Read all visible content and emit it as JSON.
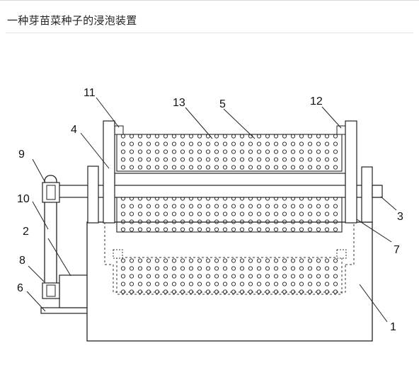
{
  "page": {
    "title": "一种芽苗菜种子的浸泡装置"
  },
  "figure": {
    "callouts": [
      {
        "id": "1",
        "label": "1"
      },
      {
        "id": "2",
        "label": "2"
      },
      {
        "id": "3",
        "label": "3"
      },
      {
        "id": "4",
        "label": "4"
      },
      {
        "id": "5",
        "label": "5"
      },
      {
        "id": "6",
        "label": "6"
      },
      {
        "id": "7",
        "label": "7"
      },
      {
        "id": "8",
        "label": "8"
      },
      {
        "id": "9",
        "label": "9"
      },
      {
        "id": "10",
        "label": "10"
      },
      {
        "id": "11",
        "label": "11"
      },
      {
        "id": "12",
        "label": "12"
      },
      {
        "id": "13",
        "label": "13"
      }
    ]
  }
}
